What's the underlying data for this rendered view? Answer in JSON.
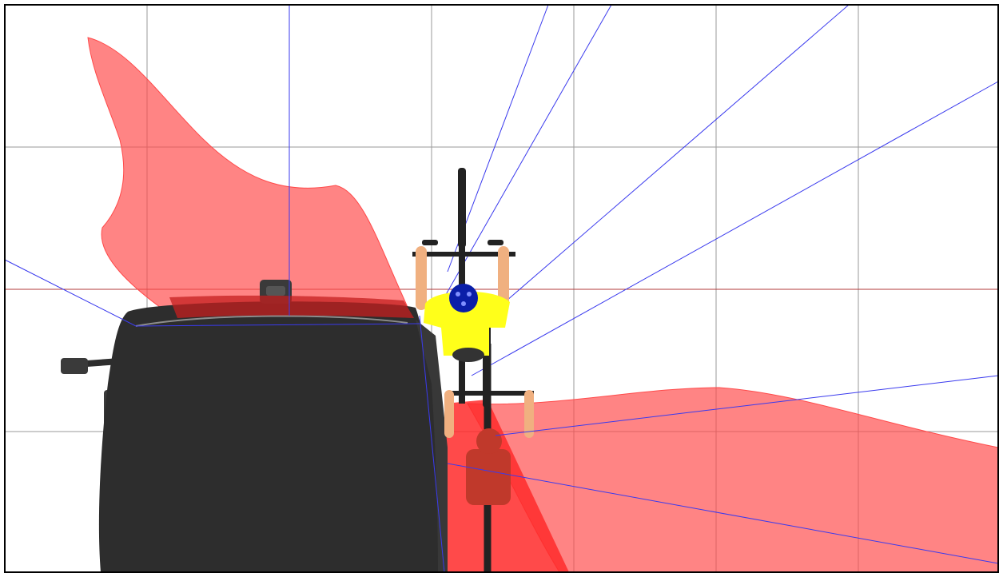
{
  "scene": {
    "view": "top-down",
    "subjects": [
      "truck",
      "cyclist-current",
      "cyclist-previous"
    ],
    "blind_zones": [
      "blind-zone-upper-left",
      "blind-zone-right",
      "blind-zone-bottom-center"
    ],
    "sight_lines": 10,
    "colors": {
      "background": "#ffffff",
      "frame": "#000000",
      "grid": "#9a9a9a",
      "reference_line": "#b03a3a",
      "sight_line": "#3a3aee",
      "blind_zone": "#ff4a4a",
      "truck_body": "#2d2d2d",
      "cyclist_shirt": "#ffff1a",
      "helmet": "#0a1ea8",
      "skin": "#f0b080",
      "bicycle": "#222222"
    }
  }
}
